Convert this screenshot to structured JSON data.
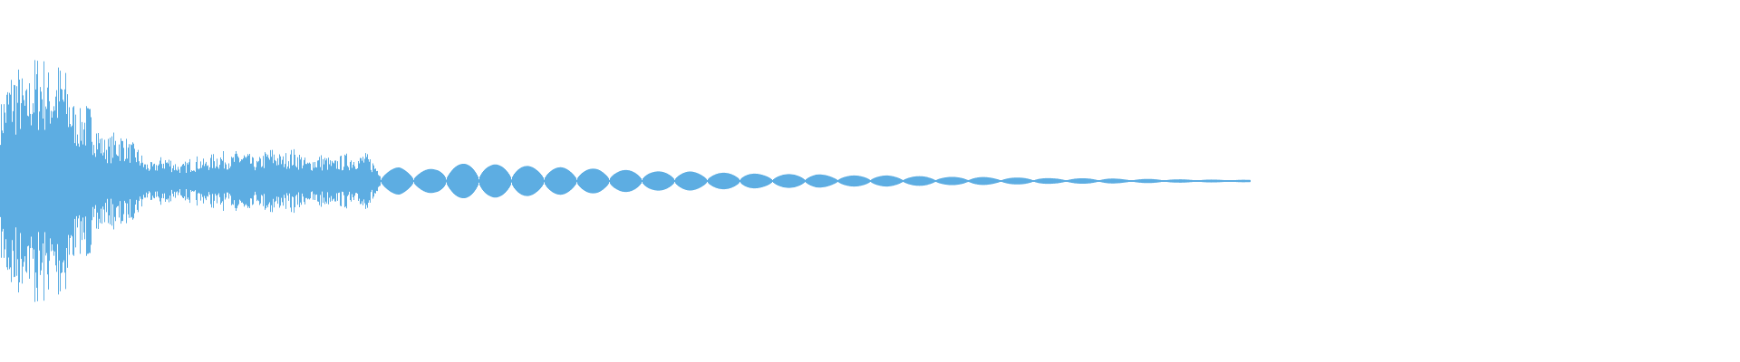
{
  "chart_data": {
    "type": "area",
    "kind": "audio-waveform",
    "title": "",
    "xlabel": "",
    "ylabel": "",
    "ylim": [
      -1,
      1
    ],
    "grid": false,
    "axes_visible": false,
    "color": "#5DADE2",
    "amplitude_envelope": [
      0.75,
      0.9,
      0.95,
      1.0,
      0.7,
      0.55,
      0.35,
      0.4,
      0.15,
      0.2,
      0.15,
      0.2,
      0.22,
      0.25,
      0.2,
      0.25,
      0.25,
      0.2,
      0.2,
      0.2,
      0.25,
      0.08,
      0.1,
      0.08,
      0.09,
      0.12,
      0.13,
      0.12,
      0.12,
      0.11,
      0.1,
      0.1,
      0.09,
      0.09,
      0.08,
      0.08,
      0.07,
      0.07,
      0.07,
      0.06,
      0.06,
      0.06,
      0.05,
      0.05,
      0.05,
      0.05,
      0.04,
      0.04,
      0.04,
      0.04,
      0.035,
      0.035,
      0.03,
      0.03,
      0.03,
      0.025,
      0.025,
      0.025,
      0.02,
      0.02,
      0.02,
      0.02,
      0.015,
      0.015,
      0.015,
      0.012,
      0.012,
      0.01,
      0.01,
      0.008
    ]
  }
}
